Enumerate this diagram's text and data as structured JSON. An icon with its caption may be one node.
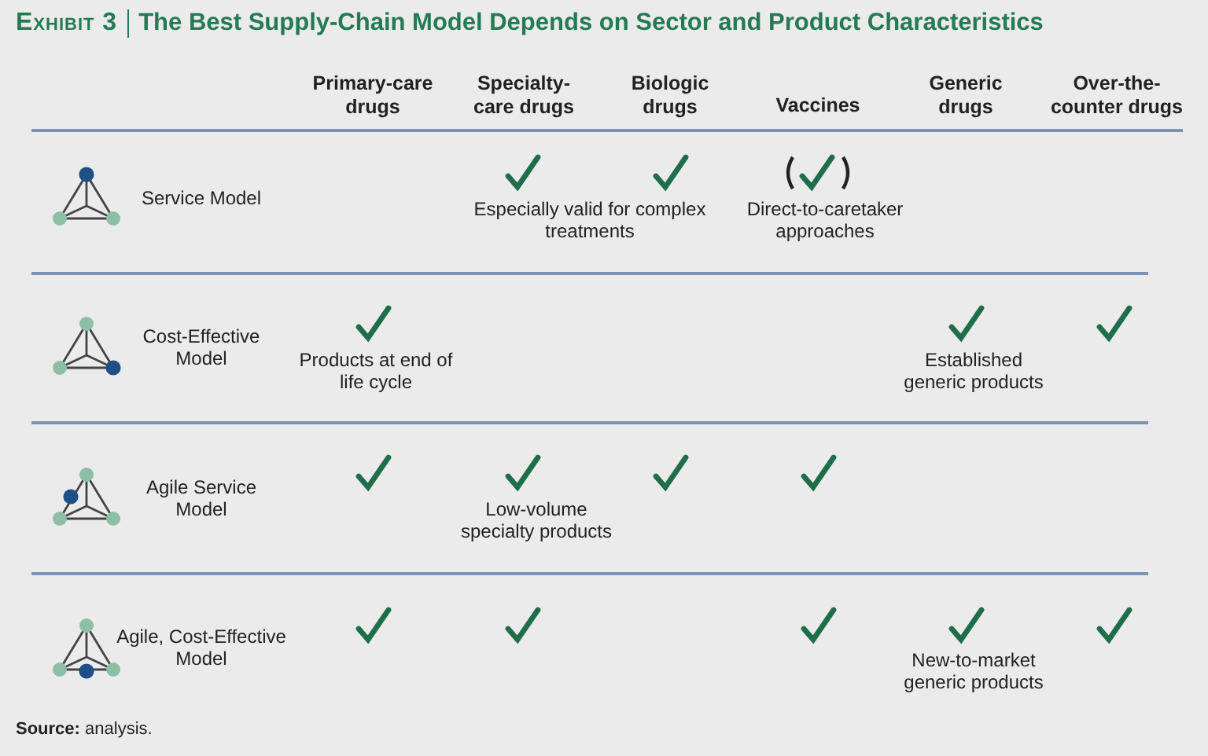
{
  "diagram": {
    "title": "The Best Supply-Chain Model Depends on Sector and Product Characteristics",
    "caption": "**Source:** analysis.",
    "labels": [
      "Exhibit 3",
      "Primary-care drugs",
      "Specialty-care drugs",
      "Biologic drugs",
      "Vaccines",
      "Generic drugs",
      "Over-the-counter drugs",
      "Service Model",
      "Especially valid for complex treatments",
      "Direct-to-caretaker approaches",
      "Cost-Effective Model",
      "Products at end of life cycle",
      "Established generic products",
      "Agile Service Model",
      "Low-volume specialty products",
      "Agile, Cost-Effective Model",
      "New-to-market generic products"
    ]
  }
}
